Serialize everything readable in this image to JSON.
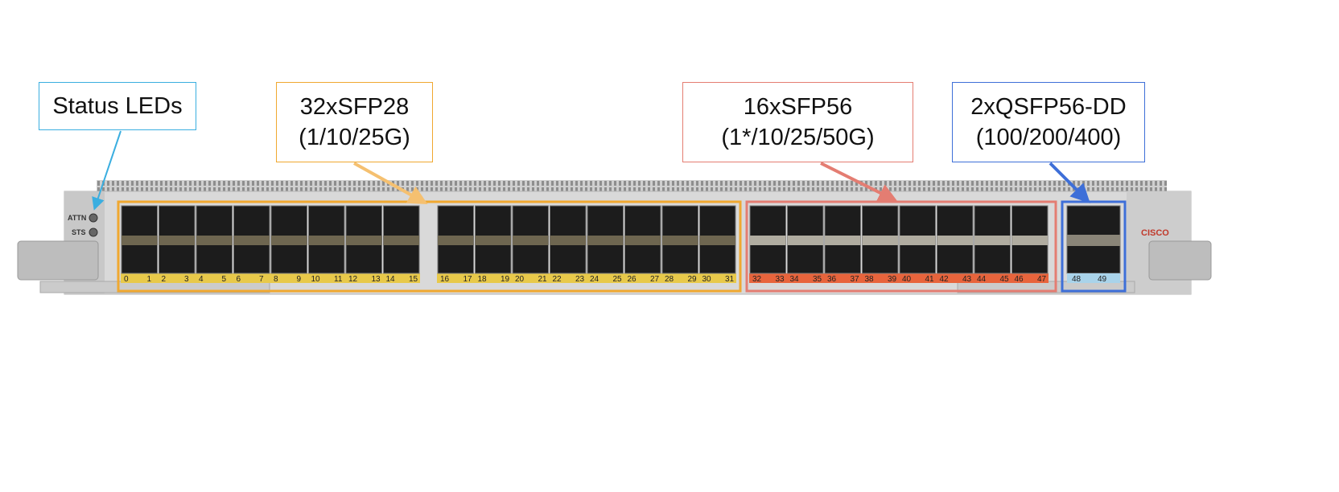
{
  "callouts": {
    "status": {
      "title": "Status LEDs",
      "color": "#3aaee0"
    },
    "sfp28": {
      "title": "32xSFP28",
      "speeds": "(1/10/25G)",
      "color": "#f0a830"
    },
    "sfp56": {
      "title": "16xSFP56",
      "speeds": "(1*/10/25/50G)",
      "color": "#e47d72"
    },
    "qsfp": {
      "title": "2xQSFP56-DD",
      "speeds": "(100/200/400)",
      "color": "#3e6fd8"
    }
  },
  "leds": {
    "attn": "ATTN",
    "sts": "STS"
  },
  "brand": "CISCO",
  "ports": {
    "sfp28": [
      "0",
      "1",
      "2",
      "3",
      "4",
      "5",
      "6",
      "7",
      "8",
      "9",
      "10",
      "11",
      "12",
      "13",
      "14",
      "15",
      "16",
      "17",
      "18",
      "19",
      "20",
      "21",
      "22",
      "23",
      "24",
      "25",
      "26",
      "27",
      "28",
      "29",
      "30",
      "31"
    ],
    "sfp56": [
      "32",
      "33",
      "34",
      "35",
      "36",
      "37",
      "38",
      "39",
      "40",
      "41",
      "42",
      "43",
      "44",
      "45",
      "46",
      "47"
    ],
    "qsfp": [
      "48",
      "49"
    ]
  }
}
